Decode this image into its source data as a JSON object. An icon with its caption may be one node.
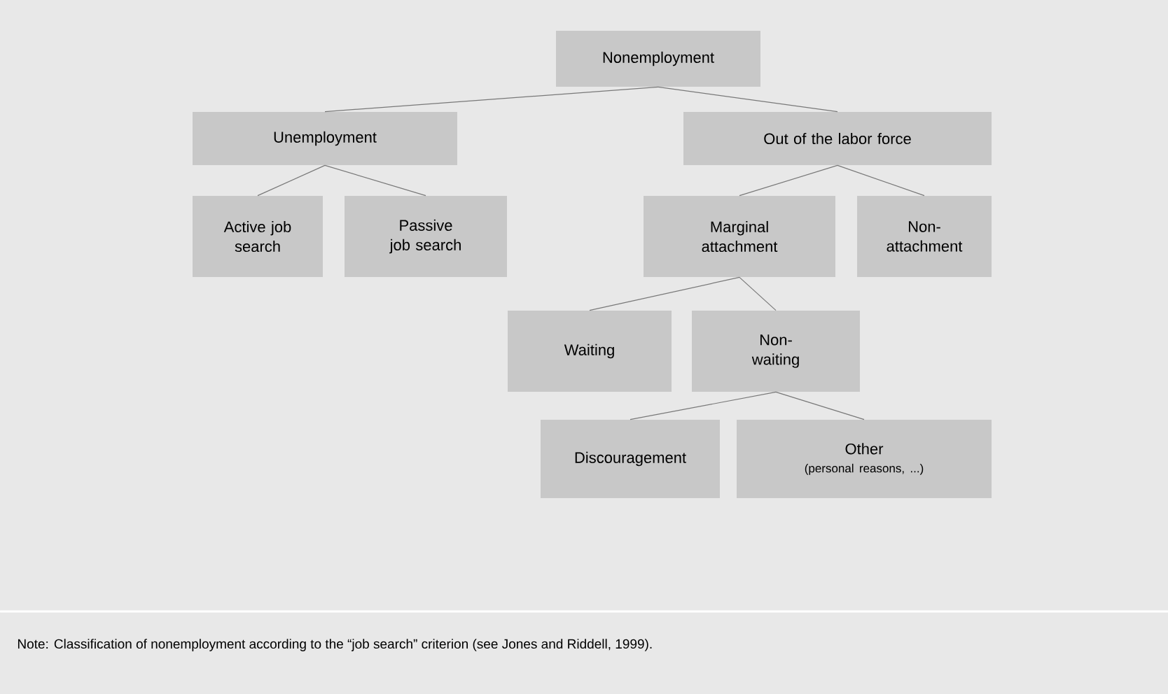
{
  "diagram": {
    "nodes": [
      {
        "text": [
          "Nonemployment"
        ]
      },
      {
        "text": [
          "Unemployment"
        ]
      },
      {
        "text": [
          "Out of the labor force"
        ]
      },
      {
        "text": [
          "Active job search"
        ]
      },
      {
        "text": [
          "Passive job search"
        ]
      },
      {
        "text": [
          "Marginal attachment"
        ]
      },
      {
        "text": [
          "Non-attachment"
        ]
      },
      {
        "text": [
          "Waiting"
        ]
      },
      {
        "text": [
          "Non-waiting"
        ]
      },
      {
        "text": [
          "Discouragement"
        ]
      },
      {
        "text": [
          "Other",
          "(personal reasons, ...)"
        ]
      }
    ],
    "edges": [
      {
        "from": 0,
        "to": 1,
        "arrow": "none"
      },
      {
        "from": 0,
        "to": 2,
        "arrow": "none"
      },
      {
        "from": 1,
        "to": 3,
        "arrow": "none"
      },
      {
        "from": 1,
        "to": 4,
        "arrow": "none"
      },
      {
        "from": 2,
        "to": 5,
        "arrow": "none"
      },
      {
        "from": 2,
        "to": 6,
        "arrow": "none"
      },
      {
        "from": 5,
        "to": 7,
        "arrow": "none"
      },
      {
        "from": 5,
        "to": 8,
        "arrow": "none"
      },
      {
        "from": 8,
        "to": 9,
        "arrow": "none"
      },
      {
        "from": 8,
        "to": 10,
        "arrow": "none"
      }
    ],
    "caption": "Note: Classification of nonemployment according to the “job search” criterion (see Jones and Riddell, 1999)."
  }
}
